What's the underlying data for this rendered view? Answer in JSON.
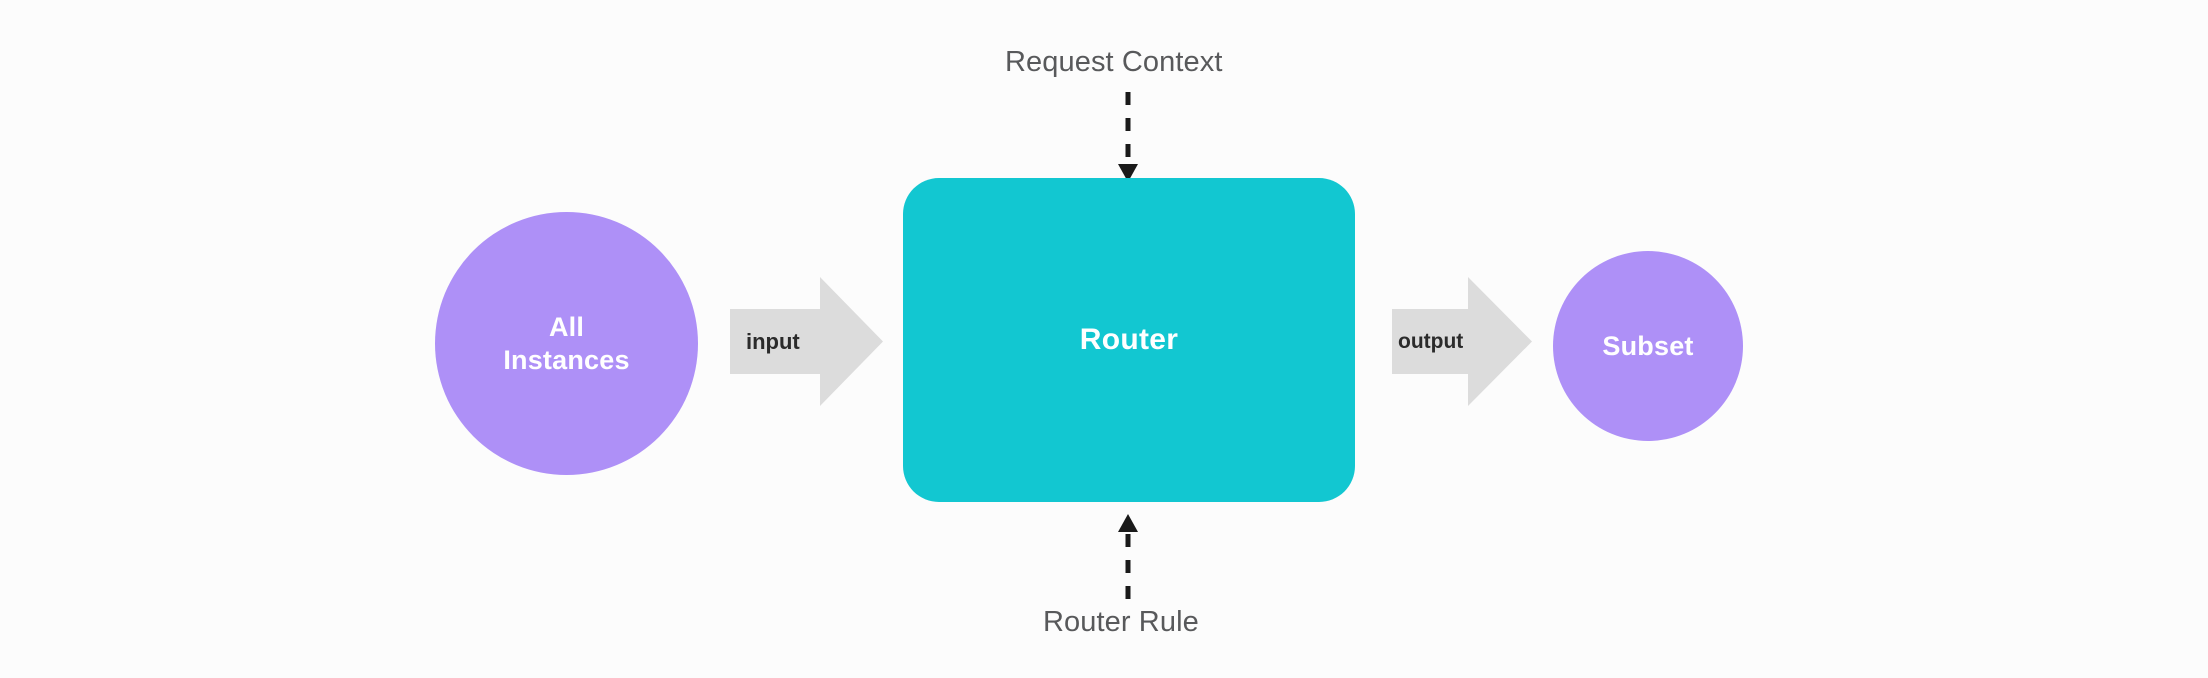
{
  "diagram": {
    "title": "Router request routing diagram",
    "background_color": "#fcfcfc",
    "nodes": {
      "all_instances": {
        "label": "All\nInstances",
        "shape": "circle",
        "fill": "#ae90f7",
        "text_color": "#ffffff"
      },
      "router": {
        "label": "Router",
        "shape": "rounded-rect",
        "fill": "#12c7d1",
        "text_color": "#ffffff"
      },
      "subset": {
        "label": "Subset",
        "shape": "circle",
        "fill": "#ae90f7",
        "text_color": "#ffffff"
      }
    },
    "arrows": {
      "input": {
        "label": "input",
        "fill": "#dcdcdc",
        "text_color": "#2b2b2b",
        "direction": "right"
      },
      "output": {
        "label": "output",
        "fill": "#dcdcdc",
        "text_color": "#2b2b2b",
        "direction": "right"
      }
    },
    "connectors": {
      "request_context": {
        "label": "Request Context",
        "style": "dashed",
        "color": "#1a1a1a",
        "direction": "down",
        "text_color": "#58595b"
      },
      "router_rule": {
        "label": "Router Rule",
        "style": "dashed",
        "color": "#1a1a1a",
        "direction": "up",
        "text_color": "#58595b"
      }
    }
  }
}
